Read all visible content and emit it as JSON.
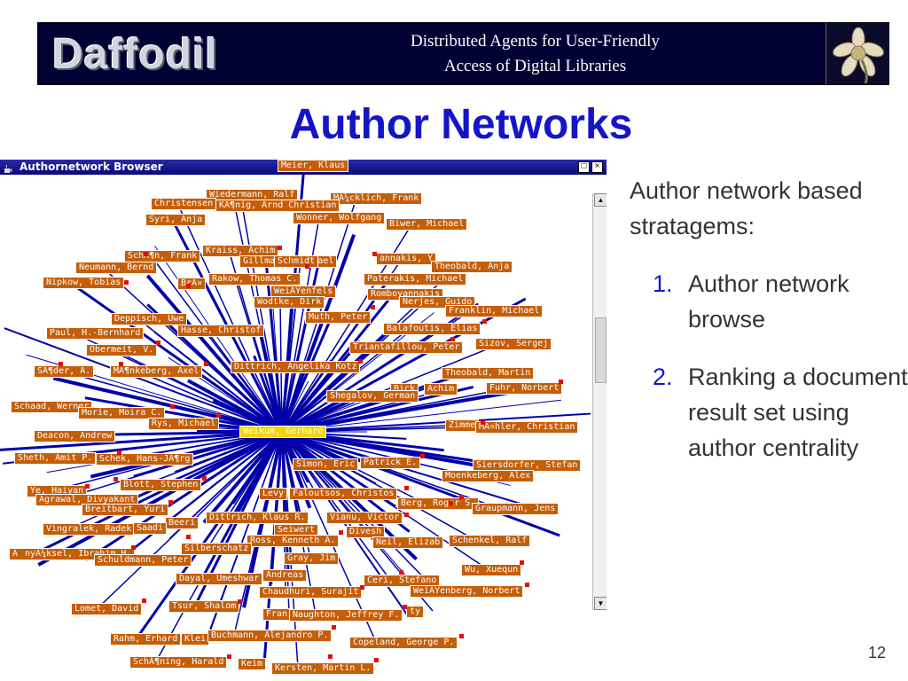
{
  "banner": {
    "logo": "Daffodil",
    "line1": "Distributed Agents for User-Friendly",
    "line2": "Access of Digital Libraries"
  },
  "slide_title": "Author Networks",
  "window": {
    "title": "Authornetwork Browser",
    "restore_glyph": "□",
    "close_glyph": "×"
  },
  "colors": {
    "node": "#c55e08",
    "selected": "#f2d600",
    "edge": "#0000aa"
  },
  "selected_author": "Weikum, Gerhard",
  "nodes": [
    "Meier, Klaus",
    "Wiedermann, Ralf",
    "MÃ¼cklich, Frank",
    "Christensen",
    "KÃ¶nig, Arnd Christian",
    "Syri, Anja",
    "Wonner, Wolfgang",
    "Biwer, Michael",
    "SchÃ¶n, Frank",
    "Kraiss, Achim",
    "Gillmann, Michael",
    "Schmidt",
    "annakis, Y",
    "Theobald, Anja",
    "Neumann, Bernd",
    "Nipkow, Tobias",
    "BrÃ¤",
    "Rakow, Thomas C.",
    "Paterakis, Michael",
    "WeiÃŸenfels",
    "Romboyannakis",
    "Nerjes, Guido",
    "Wodtke, Dirk",
    "Franklin, Michael",
    "Deppisch, Uwe",
    "Muth, Peter",
    "Hasse, Christof",
    "Balafoutis, Elias",
    "Paul, H.-Bernhard",
    "Sizov, Sergej",
    "Triantafillou, Peter",
    "Obermeit, V.",
    "SÃ¶der, A.",
    "MÃ¶nkeberg, Axel",
    "Dittrich, Angelika Kotz",
    "Theobald, Martin",
    "Bick",
    "Achim",
    "Fuhr, Norbert",
    "Shegalov, German",
    "Schaad, Werner",
    "Morie, Moira C.",
    "Rys, Michael",
    "Zimme",
    "MÃ¤hler, Christian",
    "Deacon, Andrew",
    "Sheth, Amit P.",
    "Schek, Hans-JÃ¶rg",
    "Simon, Eric",
    "Patrick E.",
    "Siersdorfer, Stefan",
    "Moenkeberg, Alex",
    "Blott, Stephen",
    "Ye, Haiyan",
    "Agrawal, Divyakant",
    "Levy",
    "Faloutsos, Christos",
    "Berg, Roger S.",
    "Breitbart, Yuri",
    "Graupmann, Jens",
    "Dittrich, Klaus R.",
    "Vianu, Victor",
    "Beeri",
    "Vingralek, Radek",
    "Saadi",
    "Seiwert",
    "Divesh",
    "Neil, Elizab",
    "Schenkel, Ralf",
    "Ross, Kenneth A.",
    "ÃnyÃ¼ksel, Ibrahim H.",
    "Silberschatz",
    "Gray, Jim",
    "Schuldmann, Peter",
    "Wu, Xuequn",
    "Dayal, Umeshwar",
    "Andreas",
    "Ceri, Stefano",
    "Chaudhuri, Surajit",
    "WeiÃŸenberg, Norbert",
    "Tsur, Shalom",
    "Lomet, David",
    "Fran",
    "Naughton, Jeffrey F.",
    "ty",
    "Rahm, Erhard",
    "Klei",
    "Buchmann, Alejandro P.",
    "Copeland, George P.",
    "SchÃ¶ning, Harald",
    "Keim",
    "Kersten, Martin L."
  ],
  "text": {
    "intro": "Author network based stratagems:",
    "items": [
      {
        "num": "1.",
        "text": "Author network browse"
      },
      {
        "num": "2.",
        "text": "Ranking a document result set using author centrality"
      }
    ]
  },
  "page_number": "12"
}
